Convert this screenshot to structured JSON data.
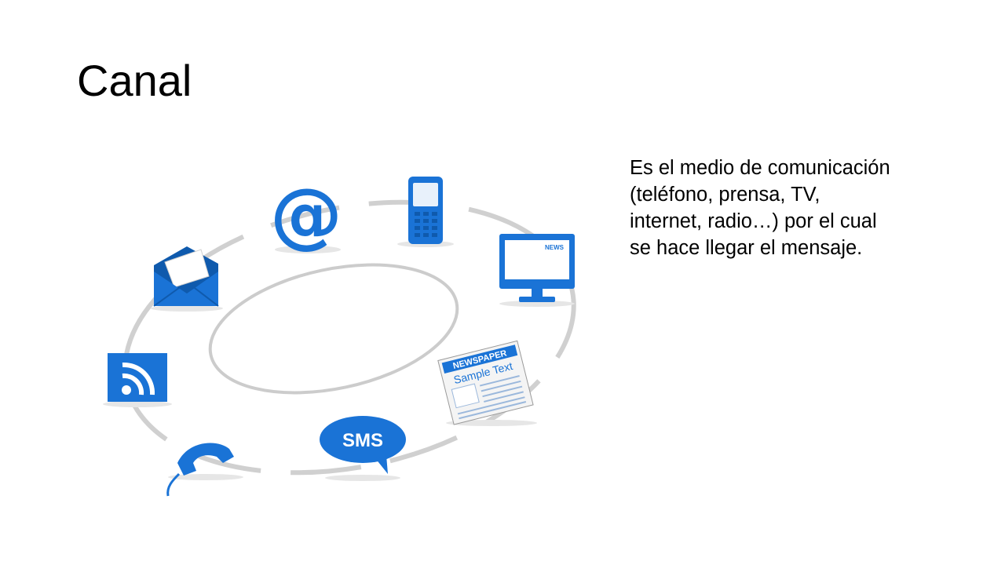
{
  "slide": {
    "title": "Canal",
    "body_lines": [
      "Es el medio de comunicación",
      "(teléfono, prensa, TV,",
      "internet, radio…) por el cual",
      "se hace llegar el mensaje."
    ]
  },
  "illustration": {
    "icons": [
      {
        "name": "at-sign-icon",
        "glyph": "@"
      },
      {
        "name": "mobile-phone-icon"
      },
      {
        "name": "tv-monitor-icon",
        "label": "NEWS"
      },
      {
        "name": "newspaper-icon",
        "label": "NEWSPAPER",
        "sublabel": "Sample Text"
      },
      {
        "name": "sms-bubble-icon",
        "label": "SMS"
      },
      {
        "name": "telephone-handset-icon"
      },
      {
        "name": "rss-feed-icon"
      },
      {
        "name": "envelope-icon"
      }
    ]
  },
  "colors": {
    "accent": "#1a73d6",
    "accent_dark": "#0f5aad",
    "ring": "#cfcfcf"
  }
}
